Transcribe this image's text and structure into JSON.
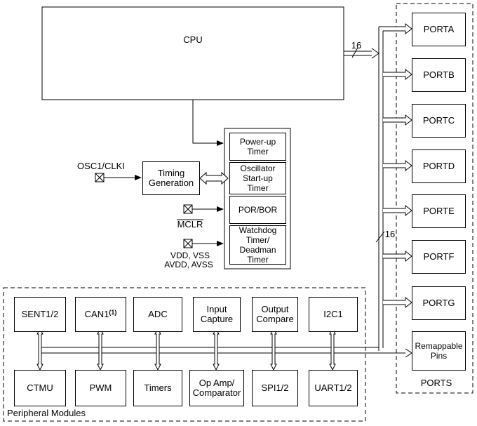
{
  "cpu": {
    "label": "CPU",
    "bus_width": "16"
  },
  "ports_group": {
    "label": "PORTS",
    "bus_width": "16",
    "ports": [
      "PORTA",
      "PORTB",
      "PORTC",
      "PORTD",
      "PORTE",
      "PORTF",
      "PORTG"
    ],
    "remappable": "Remappable\nPins"
  },
  "reset_block": {
    "items": [
      "Power-up\nTimer",
      "Oscillator\nStart-up\nTimer",
      "POR/BOR",
      "Watchdog\nTimer/\nDeadman\nTimer"
    ]
  },
  "timing": {
    "label": "Timing\nGeneration"
  },
  "pins": {
    "osc": "OSC1/CLKI",
    "mclr": "MCLR",
    "vdd_vss": "VDD, VSS",
    "avdd_avss": "AVDD, AVSS"
  },
  "peripherals": {
    "label": "Peripheral Modules",
    "top_row": [
      "SENT1/2",
      "CAN1",
      "ADC",
      "Input\nCapture",
      "Output\nCompare",
      "I2C1"
    ],
    "can_note": "(1)",
    "bottom_row": [
      "CTMU",
      "PWM",
      "Timers",
      "Op Amp/\nComparator",
      "SPI1/2",
      "UART1/2"
    ]
  }
}
